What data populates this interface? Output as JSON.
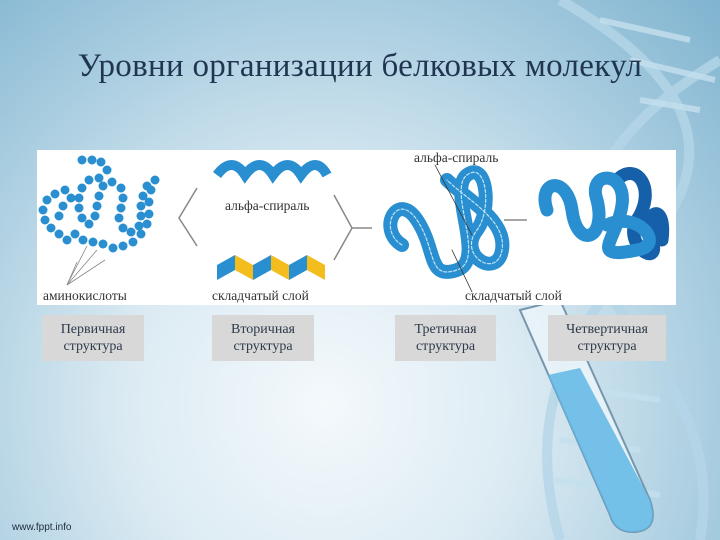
{
  "slide": {
    "title": "Уровни организации белковых молекул",
    "footer": "www.fppt.info"
  },
  "figure": {
    "labels": {
      "amino_acids": "аминокислоты",
      "alpha_helix": "альфа-спираль",
      "beta_sheet": "складчатый слой",
      "tertiary_alpha": "альфа-спираль",
      "tertiary_beta": "складчатый слой"
    }
  },
  "levels": [
    {
      "line1": "Первичная",
      "line2": "структура"
    },
    {
      "line1": "Вторичная",
      "line2": "структура"
    },
    {
      "line1": "Третичная",
      "line2": "структура"
    },
    {
      "line1": "Четвертичная",
      "line2": "структура"
    }
  ],
  "colors": {
    "protein_blue": "#2a8fd0",
    "dark_blue": "#1560a8",
    "sheet_yellow": "#f2bd1d",
    "title": "#1f3550"
  }
}
